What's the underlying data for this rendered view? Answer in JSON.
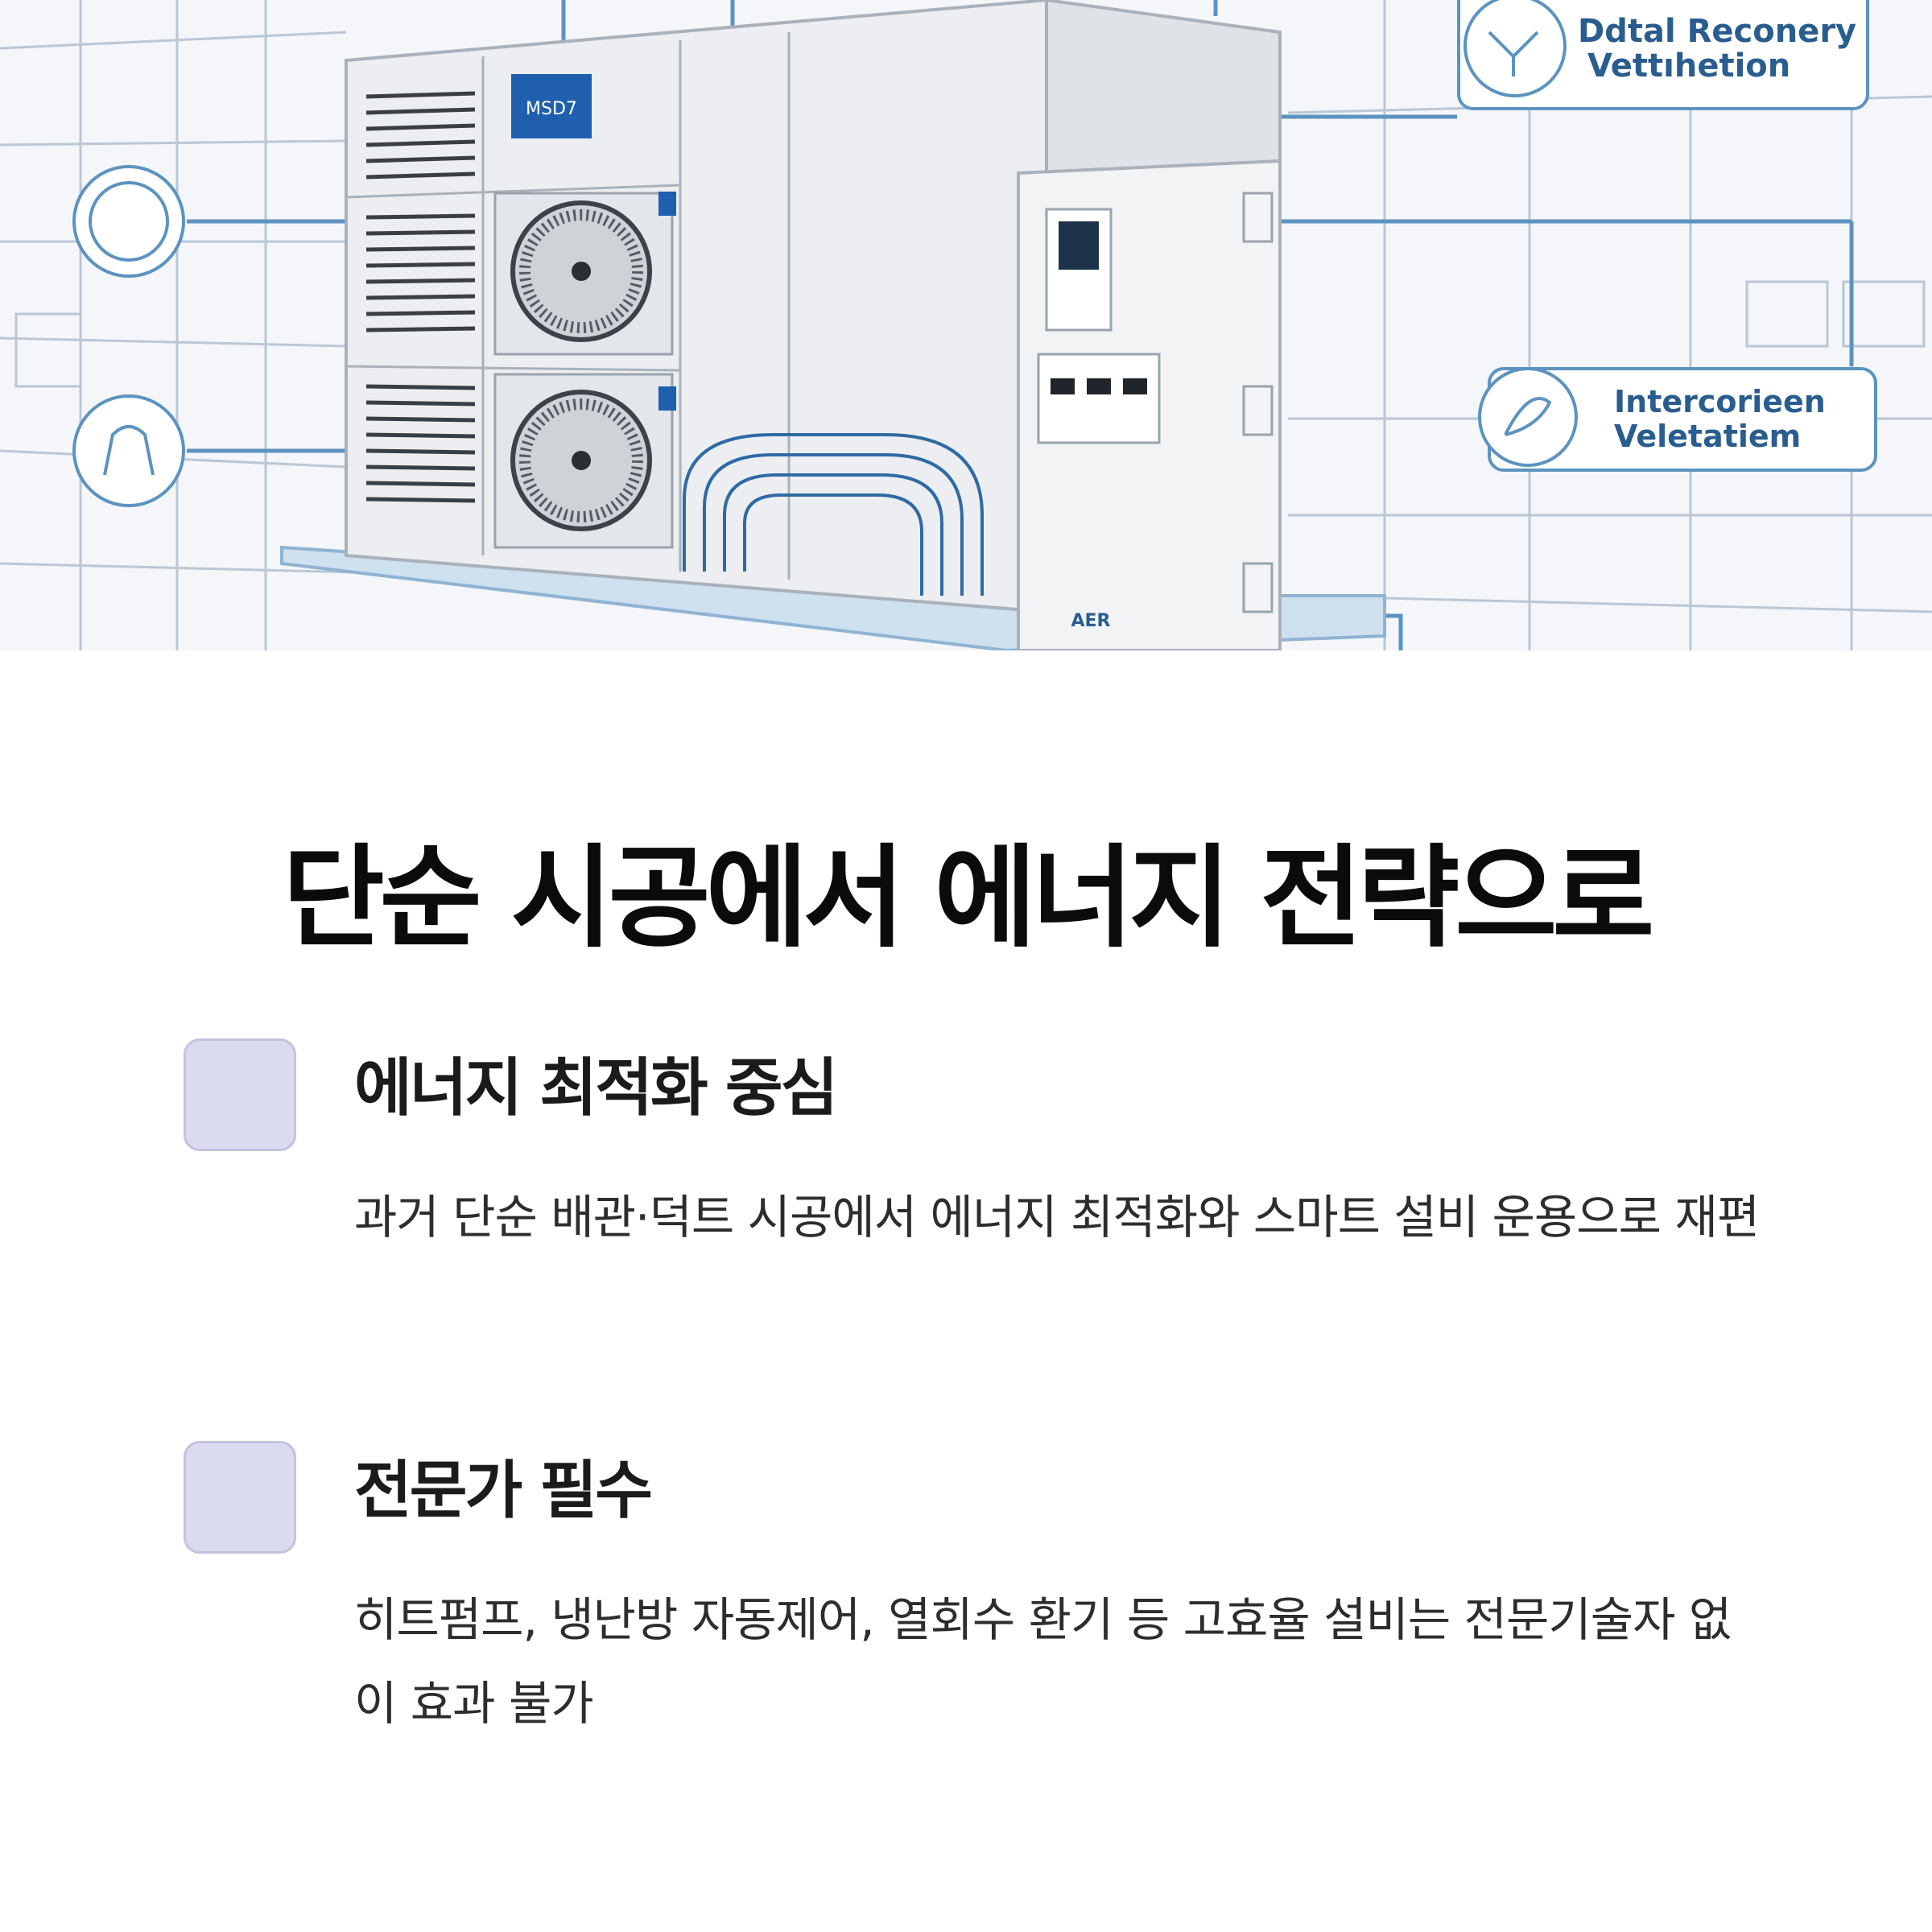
{
  "hero": {
    "callouts": [
      {
        "id": "heat-recovery",
        "lines": [
          "Ddtal Reconery",
          "Vettıhetion"
        ]
      },
      {
        "id": "interconnection",
        "lines": [
          "Intercorieen",
          "Veletatiem"
        ]
      }
    ],
    "unit_label": "AER",
    "panel_badge": "MSD7",
    "colors": {
      "line_blue": "#5c93c0",
      "callout_text": "#2a5d8f",
      "unit_body": "#eceef1"
    }
  },
  "headline": "단순 시공에서 에너지 전략으로",
  "features": [
    {
      "title": "에너지 최적화 중심",
      "body": "과거 단순 배관·덕트 시공에서 에너지 최적화와 스마트 설비 운용으로 재편"
    },
    {
      "title": "전문가 필수",
      "body": "히트펌프, 냉난방 자동제어, 열회수 환기 등 고효율 설비는 전문기술자 없이 효과 불가"
    }
  ],
  "colors": {
    "marker_fill": "#dadaf0",
    "marker_border": "#c3c3de",
    "headline": "#0b0b0b"
  }
}
